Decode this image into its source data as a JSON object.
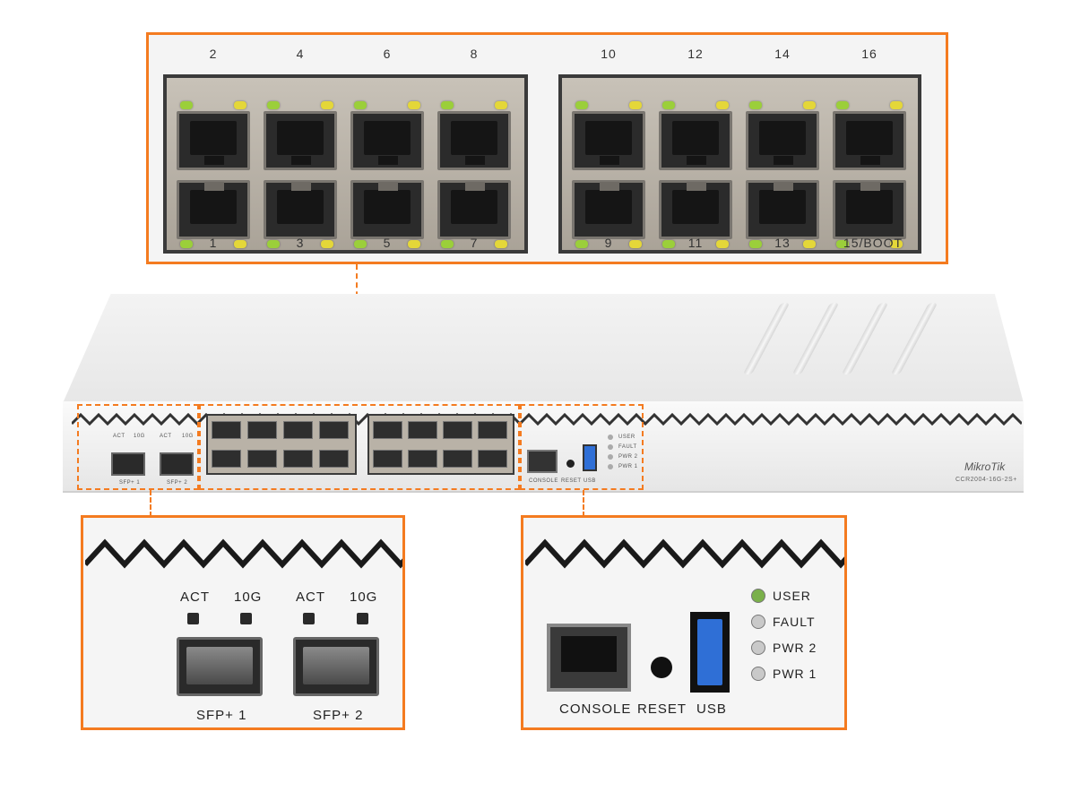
{
  "ethernet": {
    "top_labels": [
      "2",
      "4",
      "6",
      "8",
      "10",
      "12",
      "14",
      "16"
    ],
    "bottom_labels": [
      "1",
      "3",
      "5",
      "7",
      "9",
      "11",
      "13",
      "15/BOOT"
    ]
  },
  "front_panel": {
    "brand": "MikroTik",
    "model": "CCR2004-16G-2S+",
    "sfp_small_labels": [
      "SFP+ 1",
      "SFP+ 2"
    ],
    "console_small_labels": [
      "CONSOLE",
      "RESET",
      "USB"
    ],
    "status_small_labels": [
      "USER",
      "FAULT",
      "PWR 2",
      "PWR 1"
    ],
    "sfp_led_small": [
      "ACT",
      "10G",
      "ACT",
      "10G"
    ]
  },
  "sfp_callout": {
    "led_labels": [
      "ACT",
      "10G",
      "ACT",
      "10G"
    ],
    "port_labels": [
      "SFP+ 1",
      "SFP+ 2"
    ]
  },
  "console_callout": {
    "labels": [
      "CONSOLE",
      "RESET",
      "USB"
    ],
    "status_leds": [
      "USER",
      "FAULT",
      "PWR 2",
      "PWR 1"
    ]
  },
  "colors": {
    "accent": "#f47b20",
    "led_green": "#9bcf3a",
    "led_yellow": "#e4d739",
    "usb_blue": "#2f6fd6"
  }
}
